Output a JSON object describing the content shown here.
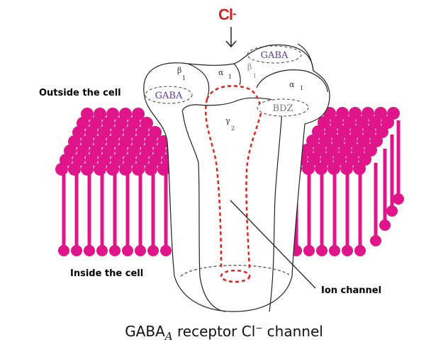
{
  "ion": {
    "symbol": "Cl",
    "charge": "-"
  },
  "labels": {
    "outside": "Outside the cell",
    "inside": "Inside the cell",
    "ion_channel": "Ion channel"
  },
  "subunits": [
    {
      "greek": "β",
      "sub": "1"
    },
    {
      "greek": "α",
      "sub": "1"
    },
    {
      "greek": "β",
      "sub": "1"
    },
    {
      "greek": "α",
      "sub": "1"
    },
    {
      "greek": "γ",
      "sub": "2"
    }
  ],
  "binding_sites": {
    "gaba_top": "GABA",
    "gaba_left": "GABA",
    "bdz": "BDZ"
  },
  "caption": {
    "main": "GABA",
    "subscript": "A",
    "rest1": " receptor Cl",
    "superscript": "−",
    "rest2": " channel"
  },
  "colors": {
    "membrane": "#e0158a",
    "ion": "#d42121",
    "channel_pore": "#e32222",
    "gaba_text": "#5b3a9e",
    "bdz_text": "#777777"
  }
}
